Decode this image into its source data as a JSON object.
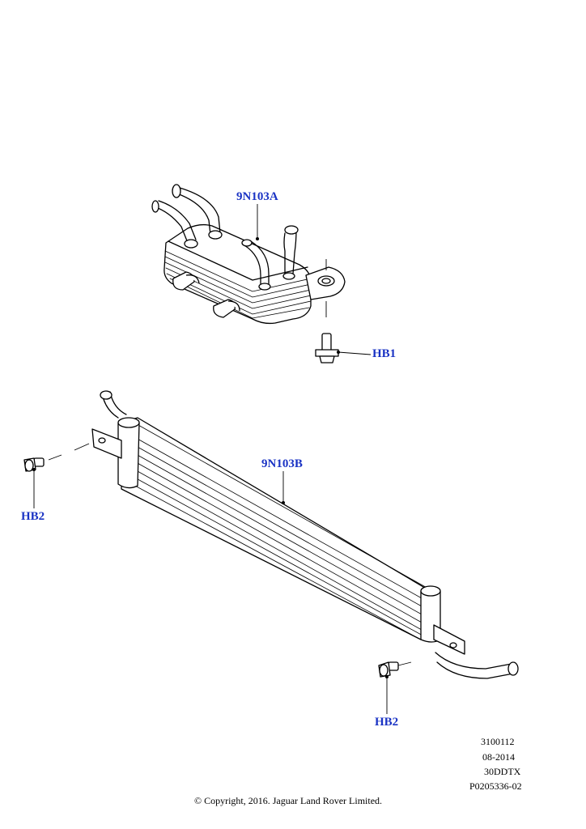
{
  "callouts": {
    "oil_cooler": "9N103A",
    "bolt_upper": "HB1",
    "radiator_cooler": "9N103B",
    "bolt_left": "HB2",
    "bolt_right": "HB2"
  },
  "reference": {
    "line1": "3100112",
    "line2": "08-2014",
    "line3": "30DDTX",
    "line4": "P0205336-02"
  },
  "copyright": "© Copyright, 2016. Jaguar Land Rover Limited.",
  "colors": {
    "callout": "#1a33c4",
    "line": "#000000",
    "background": "#ffffff"
  }
}
